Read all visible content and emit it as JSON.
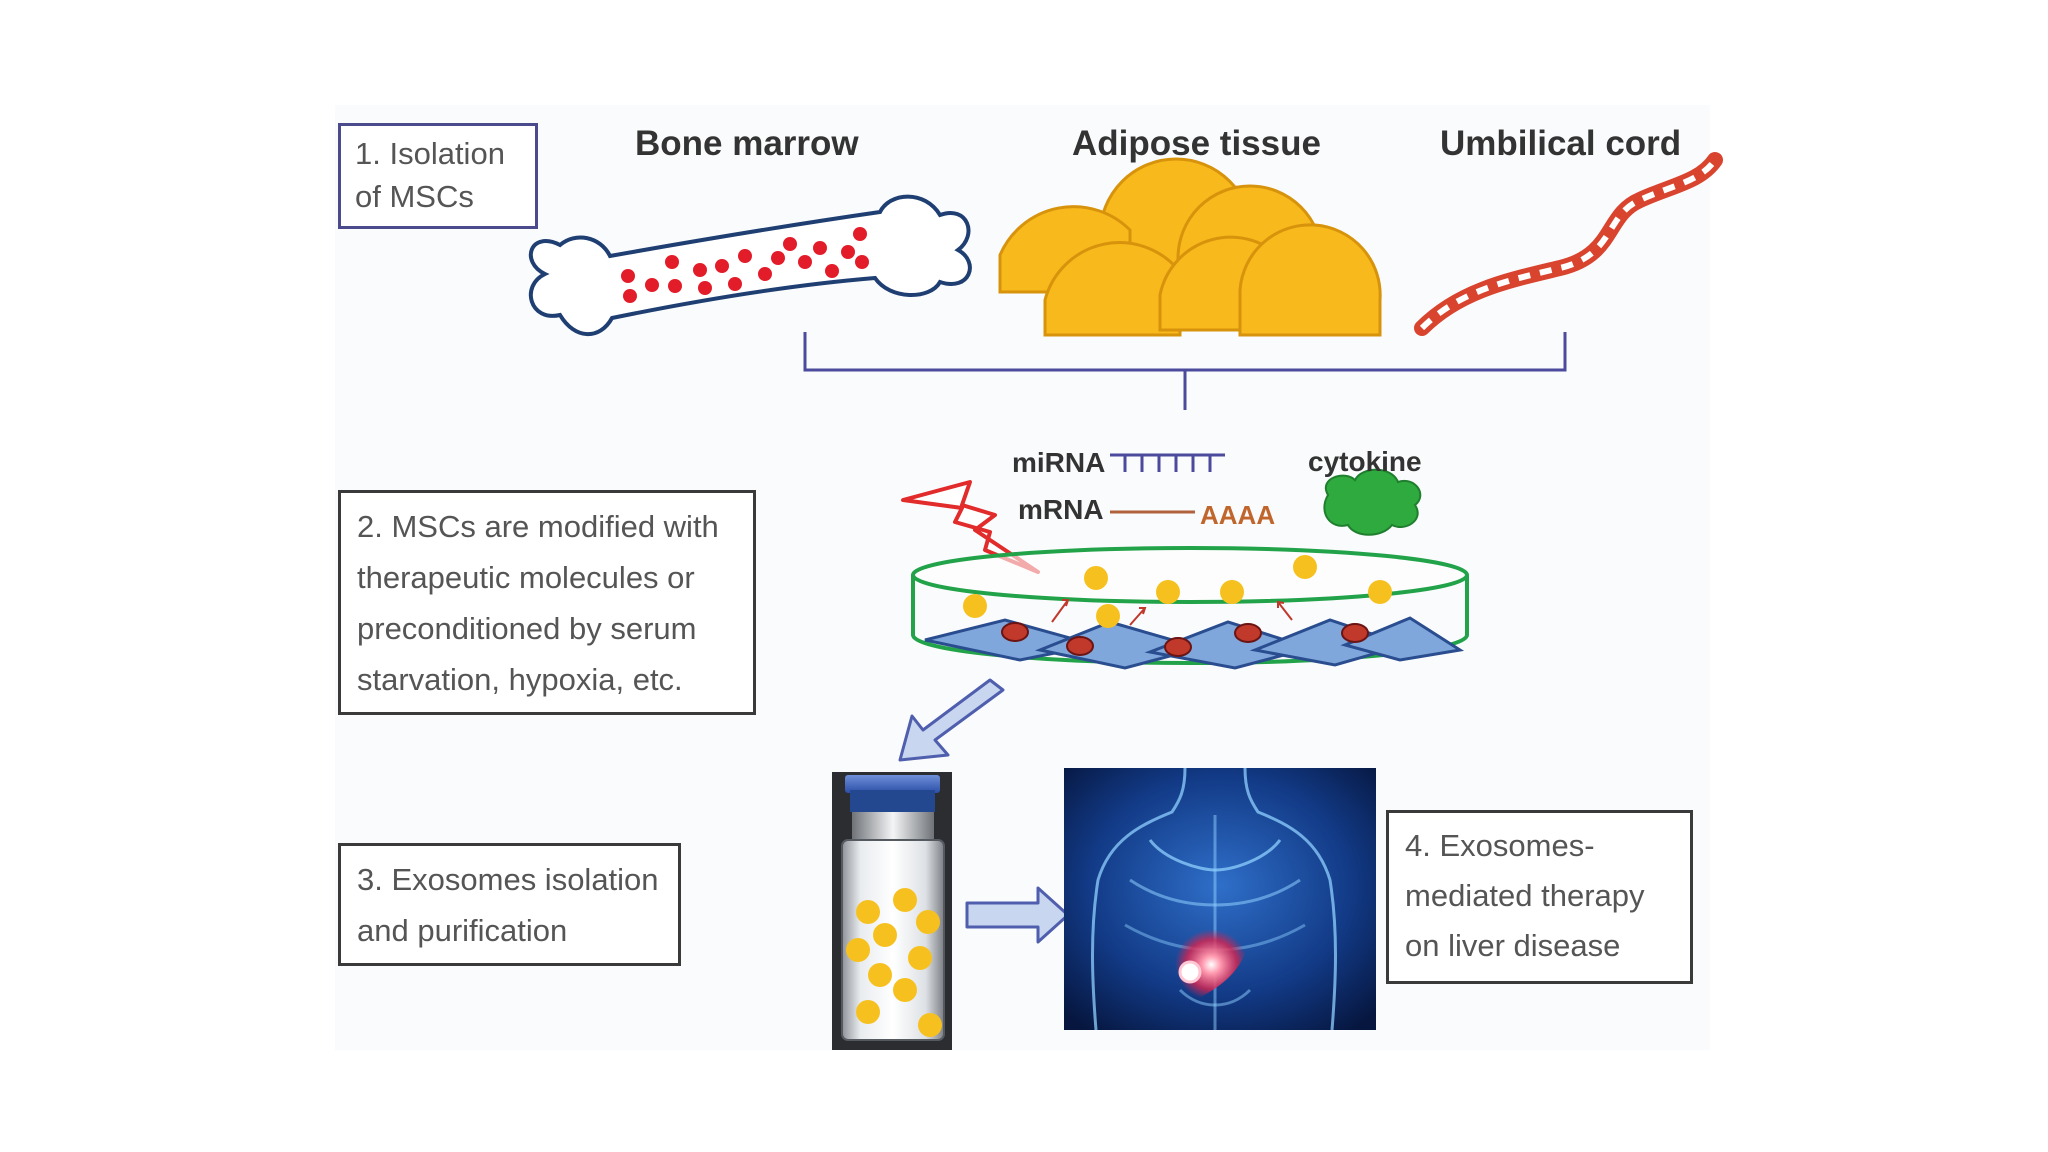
{
  "steps": {
    "step1": [
      "1. Isolation",
      "of MSCs"
    ],
    "step2": [
      "2. MSCs are modified with",
      "therapeutic molecules or",
      "preconditioned by serum",
      "starvation, hypoxia, etc."
    ],
    "step3": [
      "3. Exosomes  isolation",
      "and purification"
    ],
    "step4": [
      "4. Exosomes-",
      "mediated therapy",
      "on liver disease"
    ]
  },
  "sources": {
    "bone": "Bone marrow",
    "adipose": "Adipose tissue",
    "cord": "Umbilical cord"
  },
  "molecules": {
    "mirna": "miRNA",
    "mrna": "mRNA",
    "polya": "AAAA",
    "cytokine": "cytokine"
  },
  "colors": {
    "bone_outline": "#1f3f73",
    "marrow_dots": "#e31c2a",
    "adipose_fill": "#f7b91b",
    "cord": "#d9442f",
    "bracket": "#4b4a9c",
    "dish": "#22a34a",
    "cytokine": "#2eaa3e",
    "lightning": "#e22b2b",
    "exosome": "#f6c11f",
    "arrow_fill": "#c9d6f0",
    "arrow_stroke": "#4f5fae"
  },
  "icons": [
    "bone-icon",
    "adipose-cells-icon",
    "umbilical-cord-icon",
    "lightning-icon",
    "cytokine-icon",
    "culture-dish-icon",
    "exosome-vial-icon",
    "human-liver-image"
  ]
}
